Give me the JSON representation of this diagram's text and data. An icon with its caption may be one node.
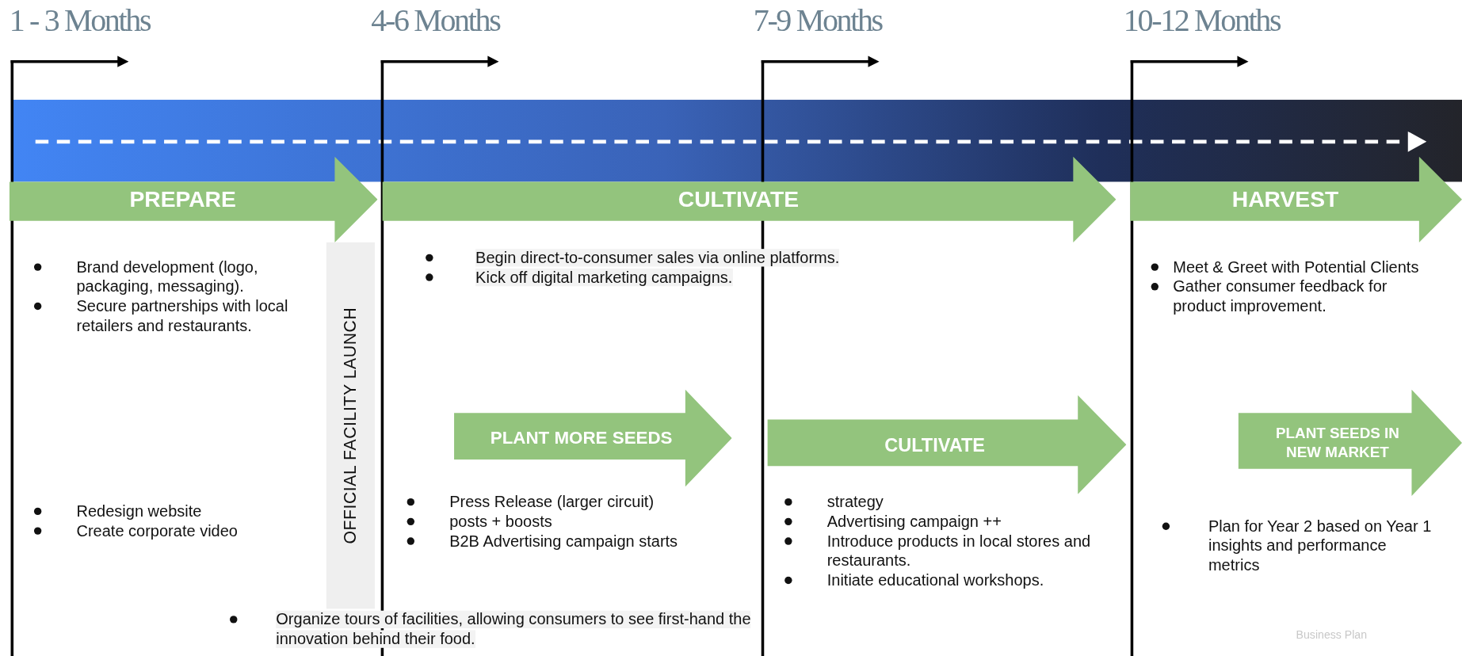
{
  "diagram": {
    "nodes": [
      {
        "text": [
          "PREPARE"
        ]
      },
      {
        "text": [
          "CULTIVATE"
        ]
      },
      {
        "text": [
          "HARVEST"
        ]
      },
      {
        "text": [
          "OFFICIAL FACILITY LAUNCH"
        ]
      },
      {
        "text": [
          "PLANT MORE SEEDS"
        ]
      },
      {
        "text": [
          "CULTIVATE"
        ]
      },
      {
        "text": [
          "PLANT SEEDS IN NEW MARKET"
        ]
      }
    ],
    "labels": [
      "1 - 3 Months",
      "4-6 Months",
      "7-9 Months",
      "10-12 Months",
      "Brand development (logo, packaging, messaging).",
      "Secure partnerships with local retailers and restaurants.",
      "Begin direct-to-consumer sales via online platforms.",
      "Kick off digital marketing campaigns.",
      "Meet & Greet with Potential Clients",
      "Gather consumer feedback for product improvement.",
      "Redesign website",
      "Create corporate video",
      "Press Release (larger circuit)",
      "posts + boosts",
      "B2B Advertising campaign starts",
      "strategy",
      "Advertising campaign ++",
      "Introduce products in local stores and restaurants.",
      "Initiate educational workshops.",
      "Plan for Year 2 based on Year 1 insights and performance metrics",
      "Organize tours of facilities, allowing consumers to see first-hand the innovation behind their food.",
      "Business Plan"
    ]
  }
}
